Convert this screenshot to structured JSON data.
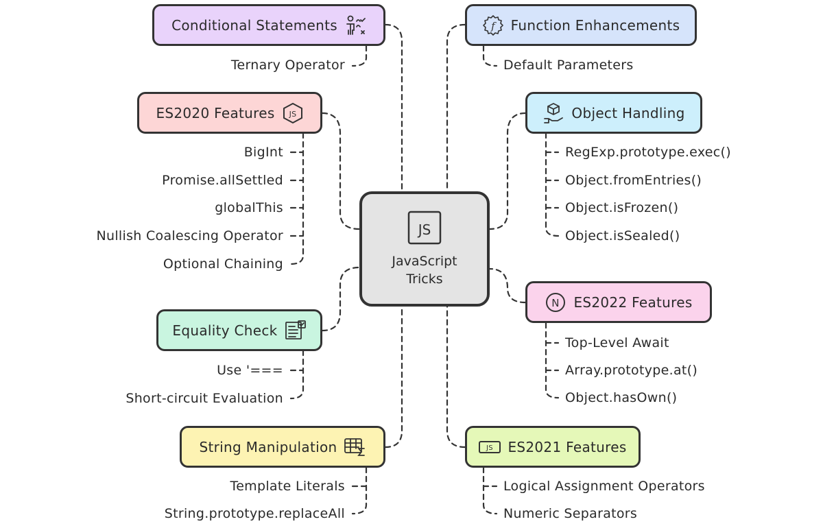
{
  "center": {
    "title_line1": "JavaScript",
    "title_line2": "Tricks",
    "icon": "js-square-icon",
    "icon_text": "JS",
    "fill": "#e4e4e4"
  },
  "branches": {
    "conditional": {
      "label": "Conditional Statements",
      "icon": "decision-person-icon",
      "color": "#e9d3fb",
      "items": [
        "Ternary Operator"
      ]
    },
    "es2020": {
      "label": "ES2020 Features",
      "icon": "js-hexagon-icon",
      "icon_text": "JS",
      "color": "#fdd6d6",
      "items": [
        "BigInt",
        "Promise.allSettled",
        "globalThis",
        "Nullish Coalescing Operator",
        "Optional Chaining"
      ]
    },
    "equality": {
      "label": "Equality Check",
      "icon": "checklist-document-icon",
      "color": "#c9f5e0",
      "items": [
        "Use '===",
        "Short-circuit Evaluation"
      ]
    },
    "string": {
      "label": "String Manipulation",
      "icon": "table-sigma-icon",
      "color": "#fdf3b3",
      "items": [
        "Template Literals",
        "String.prototype.replaceAll"
      ]
    },
    "function": {
      "label": "Function Enhancements",
      "icon": "function-gear-icon",
      "icon_text": "f",
      "color": "#d6e4fb",
      "items": [
        "Default Parameters"
      ]
    },
    "object": {
      "label": "Object Handling",
      "icon": "cube-hand-icon",
      "color": "#cdeffc",
      "items": [
        "RegExp.prototype.exec()",
        "Object.fromEntries()",
        "Object.isFrozen()",
        "Object.isSealed()"
      ]
    },
    "es2022": {
      "label": "ES2022 Features",
      "icon": "nextjs-logo-icon",
      "icon_text": "N",
      "color": "#fbd3ec",
      "items": [
        "Top-Level Await",
        "Array.prototype.at()",
        "Object.hasOwn()"
      ]
    },
    "es2021": {
      "label": "ES2021 Features",
      "icon": "js-badge-icon",
      "icon_text": "JS",
      "color": "#e5f8b8",
      "items": [
        "Logical Assignment Operators",
        "Numeric Separators"
      ]
    }
  }
}
